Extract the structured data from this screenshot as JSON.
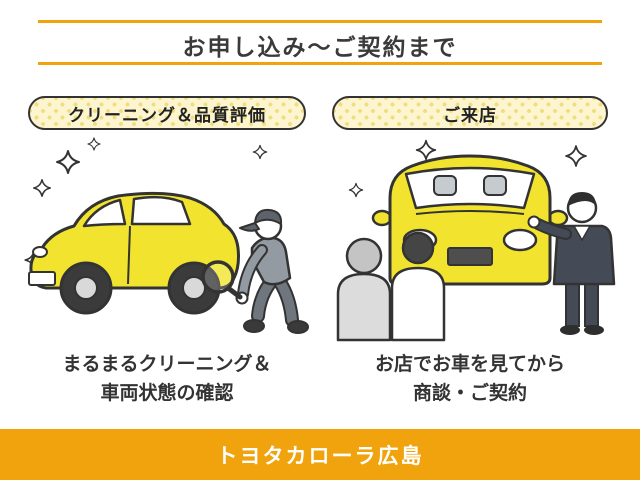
{
  "title": "お申し込み～ご契約まで",
  "panels": {
    "left": {
      "badge": "クリーニング＆品質評価",
      "caption_line1": "まるまるクリーニング＆",
      "caption_line2": "車両状態の確認"
    },
    "right": {
      "badge": "ご来店",
      "caption_line1": "お店でお車を見てから",
      "caption_line2": "商談・ご契約"
    }
  },
  "footer": {
    "brand": "トヨタカローラ広島"
  },
  "icons": {
    "sparkle": "✧",
    "magnifier": "🔍"
  },
  "colors": {
    "accent_orange": "#F0A30C",
    "badge_background": "#FCF5CF",
    "badge_dot": "#F0DD7E",
    "car_yellow": "#F2E42E",
    "text_dark": "#3A3A3A",
    "footer_text": "#FFFFFF"
  }
}
